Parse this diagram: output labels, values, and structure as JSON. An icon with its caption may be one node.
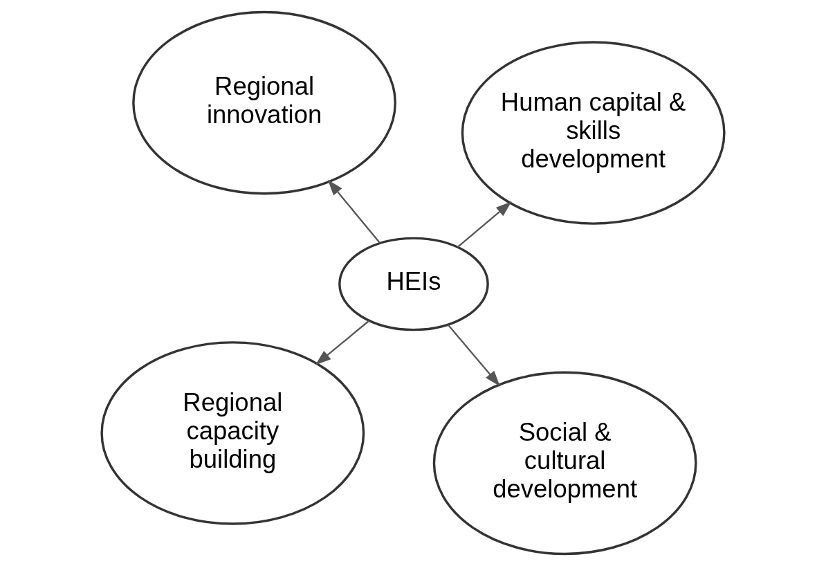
{
  "diagram": {
    "nodes": [
      {
        "text": [
          "Regional capacity building"
        ]
      },
      {
        "text": [
          "Social & cultural development"
        ]
      },
      {
        "text": [
          "HEIs"
        ]
      },
      {
        "text": [
          "Regional innovation"
        ]
      },
      {
        "text": [
          "Human capital & skills development"
        ]
      }
    ],
    "edges": [
      {
        "from": 2,
        "to": 0,
        "arrow": "to"
      },
      {
        "from": 2,
        "to": 1,
        "arrow": "to"
      },
      {
        "from": 2,
        "to": 3,
        "arrow": "to"
      },
      {
        "from": 2,
        "to": 4,
        "arrow": "to"
      }
    ]
  }
}
